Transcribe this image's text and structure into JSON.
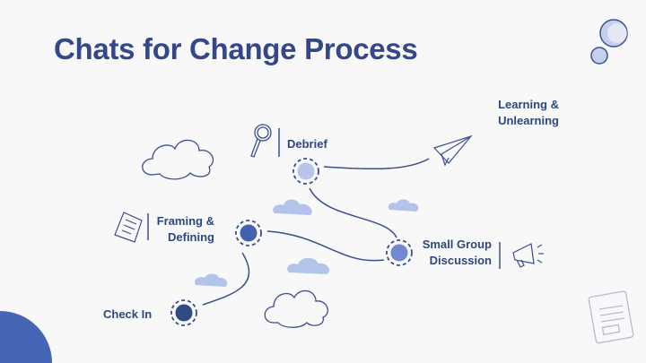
{
  "title": "Chats for Change Process",
  "steps": [
    {
      "label": "Check In",
      "color": "#2f4a85",
      "icon": "none"
    },
    {
      "label_line1": "Framing &",
      "label_line2": "Defining",
      "color": "#4262b0",
      "icon": "document-icon"
    },
    {
      "label_line1": "Small Group",
      "label_line2": "Discussion",
      "color": "#7288d0",
      "icon": "megaphone-icon"
    },
    {
      "label": "Debrief",
      "color": "#b7c5ea",
      "icon": "magnifier-icon"
    },
    {
      "label_line1": "Learning &",
      "label_line2": "Unlearning",
      "icon": "paper-plane-icon"
    }
  ],
  "colors": {
    "primary": "#33478a",
    "line": "#3b4f8f",
    "cloud": "#b4c3ea",
    "accent": "#4565b5"
  }
}
